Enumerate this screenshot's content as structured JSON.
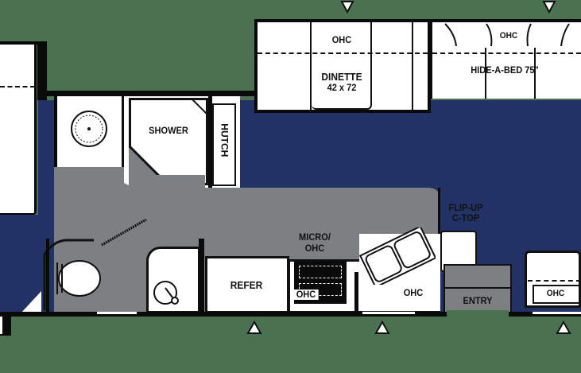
{
  "diagram": {
    "type": "rv-floor-plan",
    "colors": {
      "exterior": "#4a7150",
      "floor_carpet": "#223264",
      "floor_linoleum": "#7d8082",
      "fixtures": "#ffffff",
      "walls": "#0a0a0a"
    },
    "rooms": {
      "dinette": {
        "ohc": "OHC",
        "label": "DINETTE",
        "size": "42 x 72"
      },
      "sofa": {
        "ohc": "OHC",
        "label": "HIDE-A-BED 75\""
      },
      "bath": {
        "shower": "SHOWER",
        "hutch": "HUTCH"
      },
      "galley": {
        "refer": "REFER",
        "micro": "MICRO/\nOHC",
        "micro_line1": "MICRO/",
        "micro_line2": "OHC",
        "range_ohc": "OHC",
        "sink_ohc": "OHC"
      },
      "entry": {
        "flipup": "FLIP-UP",
        "ctop": "C-TOP",
        "label": "ENTRY"
      },
      "chair": {
        "ohc": "OHC"
      }
    },
    "window_markers": {
      "top": [
        "dinette-window",
        "sofa-window"
      ],
      "bottom": [
        "refer-window",
        "galley-window",
        "chair-window"
      ]
    }
  }
}
